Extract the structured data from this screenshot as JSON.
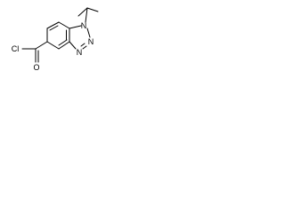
{
  "molecule": {
    "atoms": {
      "n1": "N",
      "n2": "N",
      "n3": "N",
      "o": "O",
      "cl": "Cl"
    },
    "line_color": "#000000",
    "background_color": "#ffffff"
  }
}
